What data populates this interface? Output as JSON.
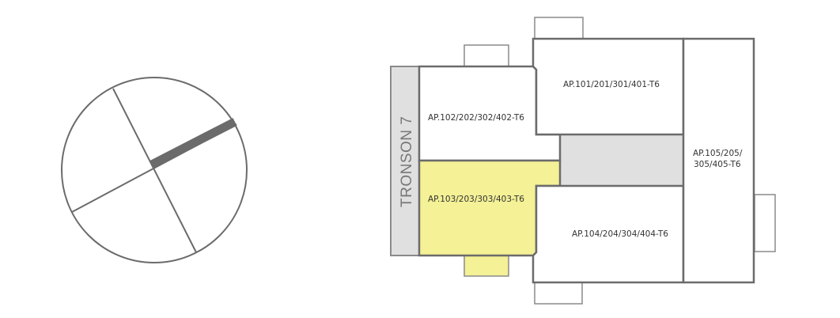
{
  "colors": {
    "selected": "#f4f196",
    "common": "#e0e0e0",
    "wall": "#6b6b6b",
    "orientation_bar": "#6b6b6b"
  },
  "orientation": {
    "icon": "compass-orientation-icon"
  },
  "plan": {
    "wing_label": "TRONSON 7",
    "selected_unit": "AP.103/203/303/403-T6",
    "units": {
      "u101": "AP.101/201/301/401-T6",
      "u102": "AP.102/202/302/402-T6",
      "u103": "AP.103/203/303/403-T6",
      "u104": "AP.104/204/304/404-T6",
      "u105_line1": "AP.105/205/",
      "u105_line2": "305/405-T6"
    }
  }
}
